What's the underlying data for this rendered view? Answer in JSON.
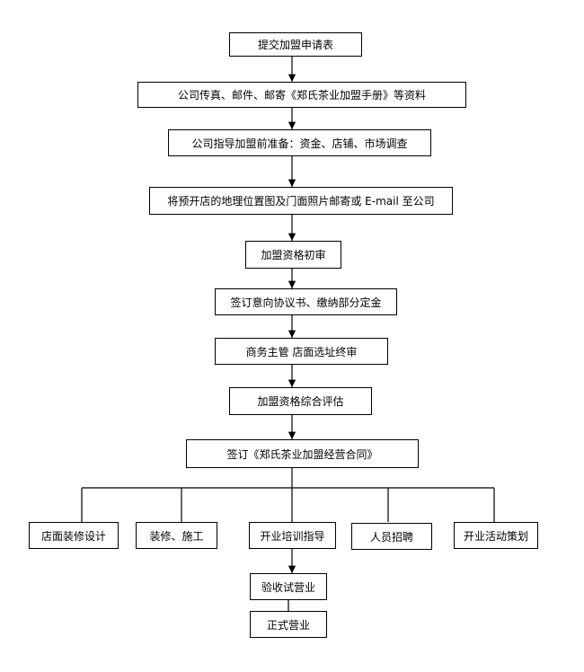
{
  "steps": [
    "提交加盟申请表",
    "公司传真、邮件、邮寄《郑氏茶业加盟手册》等资料",
    "公司指导加盟前准备：资金、店铺、市场调查",
    "将预开店的地理位置图及门面照片邮寄或 E-mail 至公司",
    "加盟资格初审",
    "签订意向协议书、缴纳部分定金",
    "商务主管 店面选址终审",
    "加盟资格综合评估",
    "签订《郑氏茶业加盟经营合同》"
  ],
  "branches": [
    "店面装修设计",
    "装修、施工",
    "开业培训指导",
    "人员招聘",
    "开业活动策划"
  ],
  "final_steps": [
    "验收试营业",
    "正式营业"
  ]
}
